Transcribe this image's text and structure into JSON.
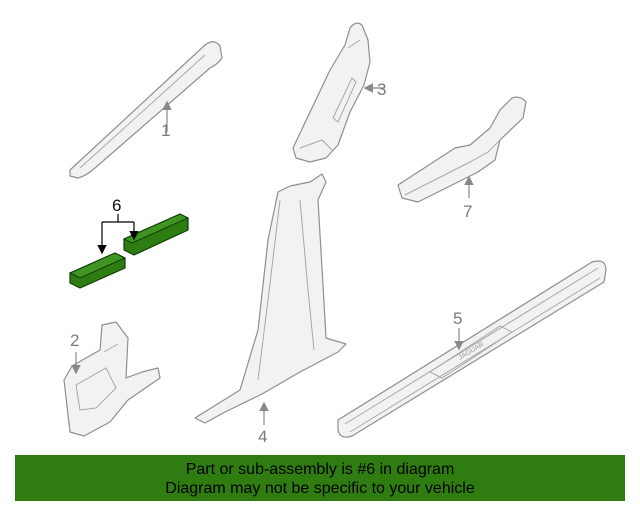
{
  "callouts": {
    "c1": "1",
    "c2": "2",
    "c3": "3",
    "c4": "4",
    "c5": "5",
    "c6": "6",
    "c7": "7"
  },
  "sill_brand": "JAGUAR",
  "highlight_color": "#2f7d10",
  "banner": {
    "line1": "Part or sub-assembly is #6 in diagram",
    "line2": "Diagram may not be specific to your vehicle"
  }
}
